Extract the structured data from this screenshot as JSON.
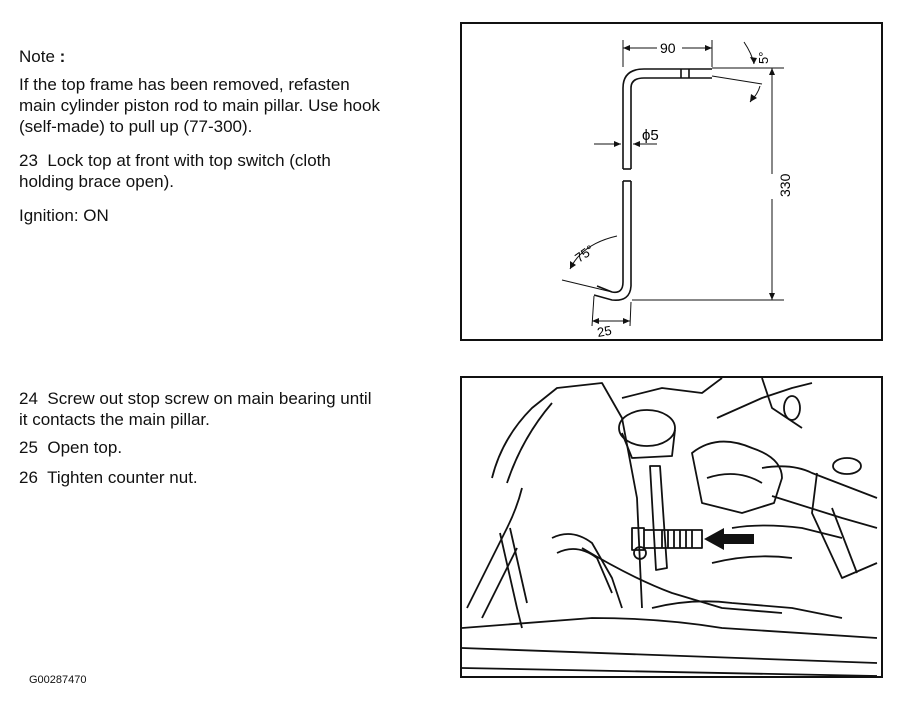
{
  "note": {
    "label": "Note",
    "colon": ":",
    "line1": "If the top frame has been removed, refasten",
    "line2": "main cylinder piston rod to main pillar. Use hook",
    "line3": "(self-made) to pull up (77-300)."
  },
  "steps_top": [
    {
      "num": "23",
      "line1": "Lock top at front with top switch (cloth",
      "line2": "holding brace open)."
    }
  ],
  "ignition": {
    "label": "Ignition:",
    "value": "ON"
  },
  "steps_bottom": [
    {
      "num": "24",
      "line1": "Screw out stop screw on main bearing until",
      "line2": "it contacts the main pillar."
    },
    {
      "num": "25",
      "line1": "Open top."
    },
    {
      "num": "26",
      "line1": "Tighten counter nut."
    }
  ],
  "hook_diagram": {
    "dim_width": "90",
    "dim_angle_top": "5°",
    "dim_diameter": "ϕ5",
    "dim_height": "330",
    "dim_angle_bottom": "75°",
    "dim_foot": "25"
  },
  "figure_id": "G00287470"
}
